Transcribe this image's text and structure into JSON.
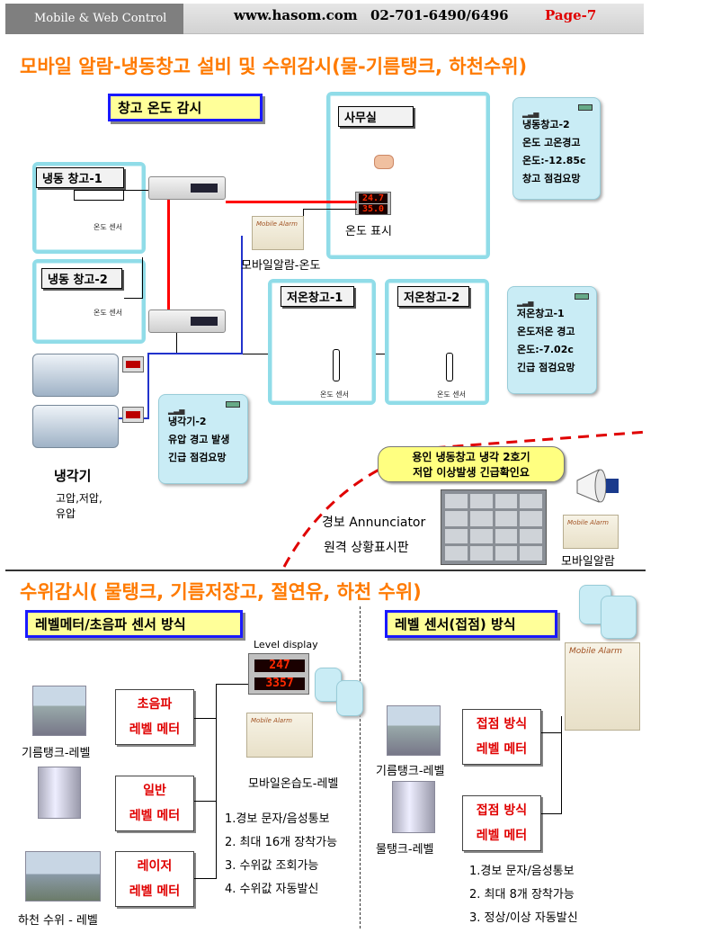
{
  "header": {
    "left": "Mobile & Web Control",
    "site": "www.hasom.com",
    "tel": "02-701-6490/6496",
    "page": "Page-7"
  },
  "section1": {
    "title": "모바일 알람-냉동창고 설비 및 수위감시(물-기름탱크, 하천수위)",
    "monitor_label": "창고 온도 감시",
    "office_label": "사무실",
    "freezer1": "냉동 창고-1",
    "freezer2": "냉동 창고-2",
    "cold1": "저온창고-1",
    "cold2": "저온창고-2",
    "temp_sensor": "온도 센서",
    "temp_display_label": "온도 표시",
    "mobile_alarm_temp": "모바일알람-온도",
    "display_digits_top": "24.7",
    "display_digits_bottom": "35.0",
    "phone1": [
      "냉동창고-2",
      "온도 고온경고",
      "온도:-12.85c",
      "창고 점검요망"
    ],
    "phone2": [
      "저온창고-1",
      "온도저온 경고",
      "온도:-7.02c",
      "긴급 점검요망"
    ],
    "phone3": [
      "냉각기-2",
      "유압 경고 발생",
      "긴급 점검요망"
    ],
    "cooler_label": "냉각기",
    "cooler_sub": [
      "고압,저압,",
      "유압"
    ],
    "speech": [
      "용인 냉동창고 냉각 2호기",
      "저압 이상발생 긴급확인요"
    ],
    "annunciator": "경보 Annunciator",
    "annunciator_sub": "원격 상황표시판",
    "mobile_alarm": "모바일알람",
    "alarm_brand": "Mobile Alarm"
  },
  "section2": {
    "title": "수위감시( 물탱크, 기름저장고, 절연유, 하천 수위)",
    "left_label": "레벨메터/초음파 센서 방식",
    "right_label": "레벨 센서(접점) 방식",
    "level_display": "Level display",
    "level_digits_top": "247",
    "level_digits_bottom": "3357",
    "oil_tank": "기름탱크-레벨",
    "river": "하천 수위 - 레벨",
    "water_tank": "물탱크-레벨",
    "meter1": [
      "초음파",
      "레벨 메터"
    ],
    "meter2": [
      "일반",
      "레벨 메터"
    ],
    "meter3": [
      "레이저",
      "레벨 메터"
    ],
    "contact1": [
      "접점 방식",
      "레벨 메터"
    ],
    "contact2": [
      "접점 방식",
      "레벨 메터"
    ],
    "mobile_level": "모바일온습도-레벨",
    "left_list": [
      "1.경보 문자/음성통보",
      "2. 최대 16개 장착가능",
      "3. 수위값 조회가능",
      "4. 수위값 자동발신"
    ],
    "right_list": [
      "1.경보 문자/음성통보",
      "2. 최대 8개 장착가능",
      "3. 정상/이상 자동발신"
    ],
    "alarm_brand": "Mobile Alarm"
  }
}
